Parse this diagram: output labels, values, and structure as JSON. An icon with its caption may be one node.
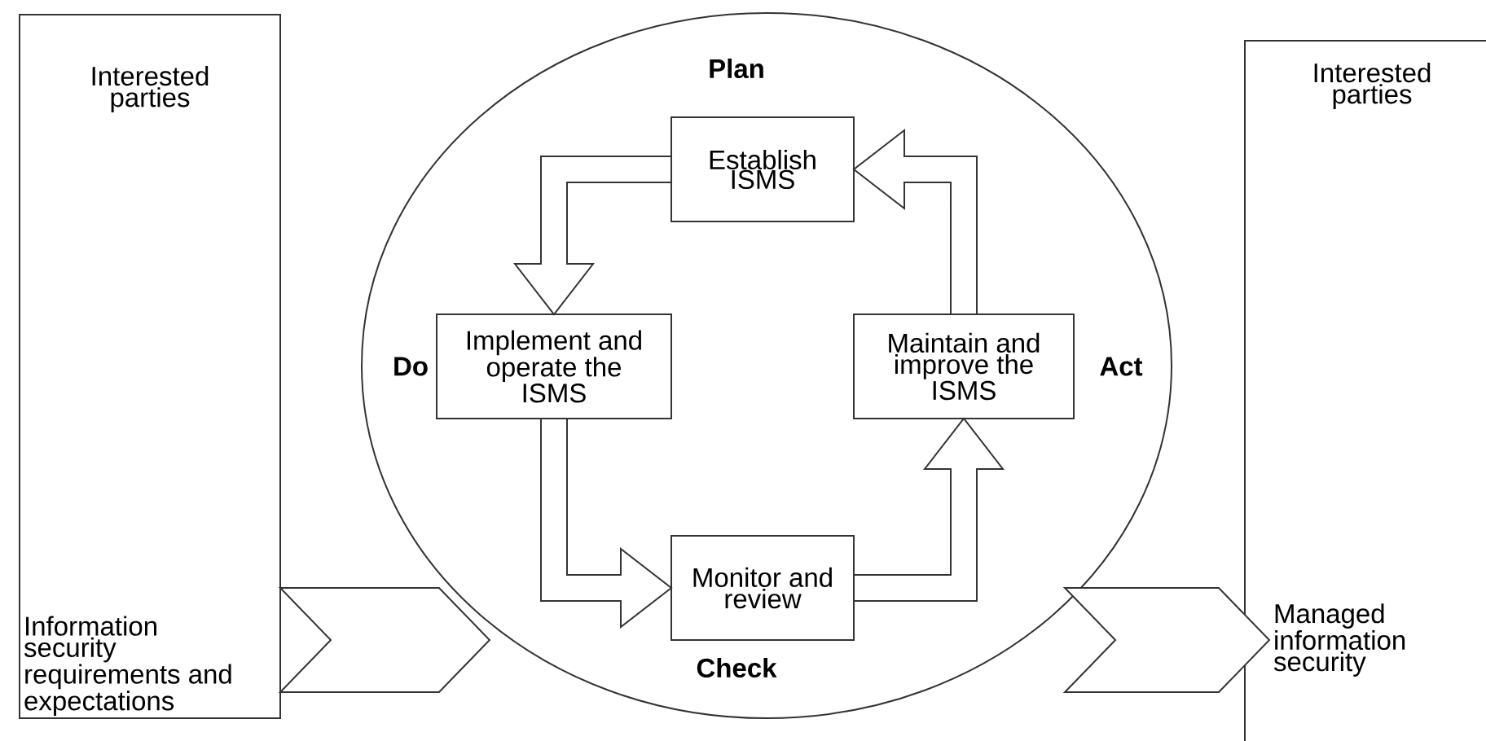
{
  "diagram": {
    "nodes": [
      {
        "text": [
          "Interested parties",
          "Information security requirements and expectations"
        ]
      },
      {
        "text": [
          "Plan",
          "Do",
          "Act",
          "Check"
        ]
      },
      {
        "text": [
          "Establish ISMS"
        ],
        "in": 1
      },
      {
        "text": [
          "Implement and operate the ISMS"
        ],
        "in": 1
      },
      {
        "text": [
          "Maintain and improve the ISMS"
        ],
        "in": 1
      },
      {
        "text": [
          "Monitor and review"
        ],
        "in": 1
      },
      {
        "text": [
          "Interested parties",
          "Managed information security"
        ]
      }
    ],
    "edges": [
      {
        "from": 0,
        "to": 1,
        "arrow": "to"
      },
      {
        "from": 2,
        "to": 3,
        "arrow": "to"
      },
      {
        "from": 3,
        "to": 5,
        "arrow": "to"
      },
      {
        "from": 5,
        "to": 4,
        "arrow": "to"
      },
      {
        "from": 4,
        "to": 2,
        "arrow": "to"
      },
      {
        "from": 1,
        "to": 6,
        "arrow": "to"
      }
    ]
  }
}
